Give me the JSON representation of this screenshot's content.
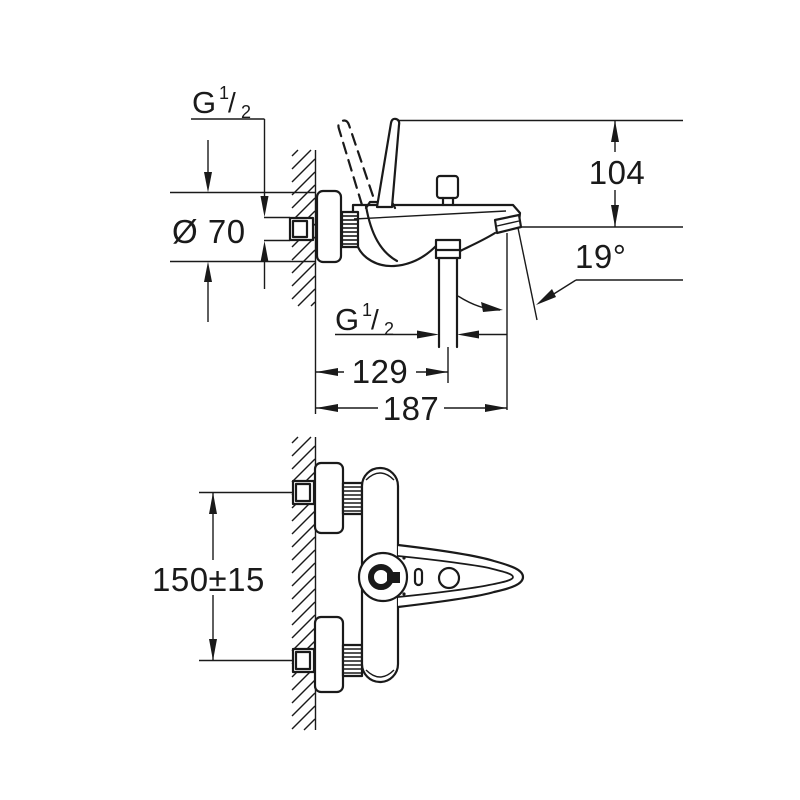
{
  "colors": {
    "background": "#ffffff",
    "line": "#1a1a1a"
  },
  "side_view": {
    "wall_thread": {
      "g": "G",
      "num": "1",
      "slash": "/",
      "den": "2"
    },
    "flange_diameter": "Ø 70",
    "height": "104",
    "spout_angle": "19°",
    "shower_thread": {
      "g": "G",
      "num": "1",
      "slash": "/",
      "den": "2"
    },
    "shower_outlet_depth": "129",
    "spout_depth": "187"
  },
  "front_view": {
    "connection_spacing": "150±15"
  }
}
